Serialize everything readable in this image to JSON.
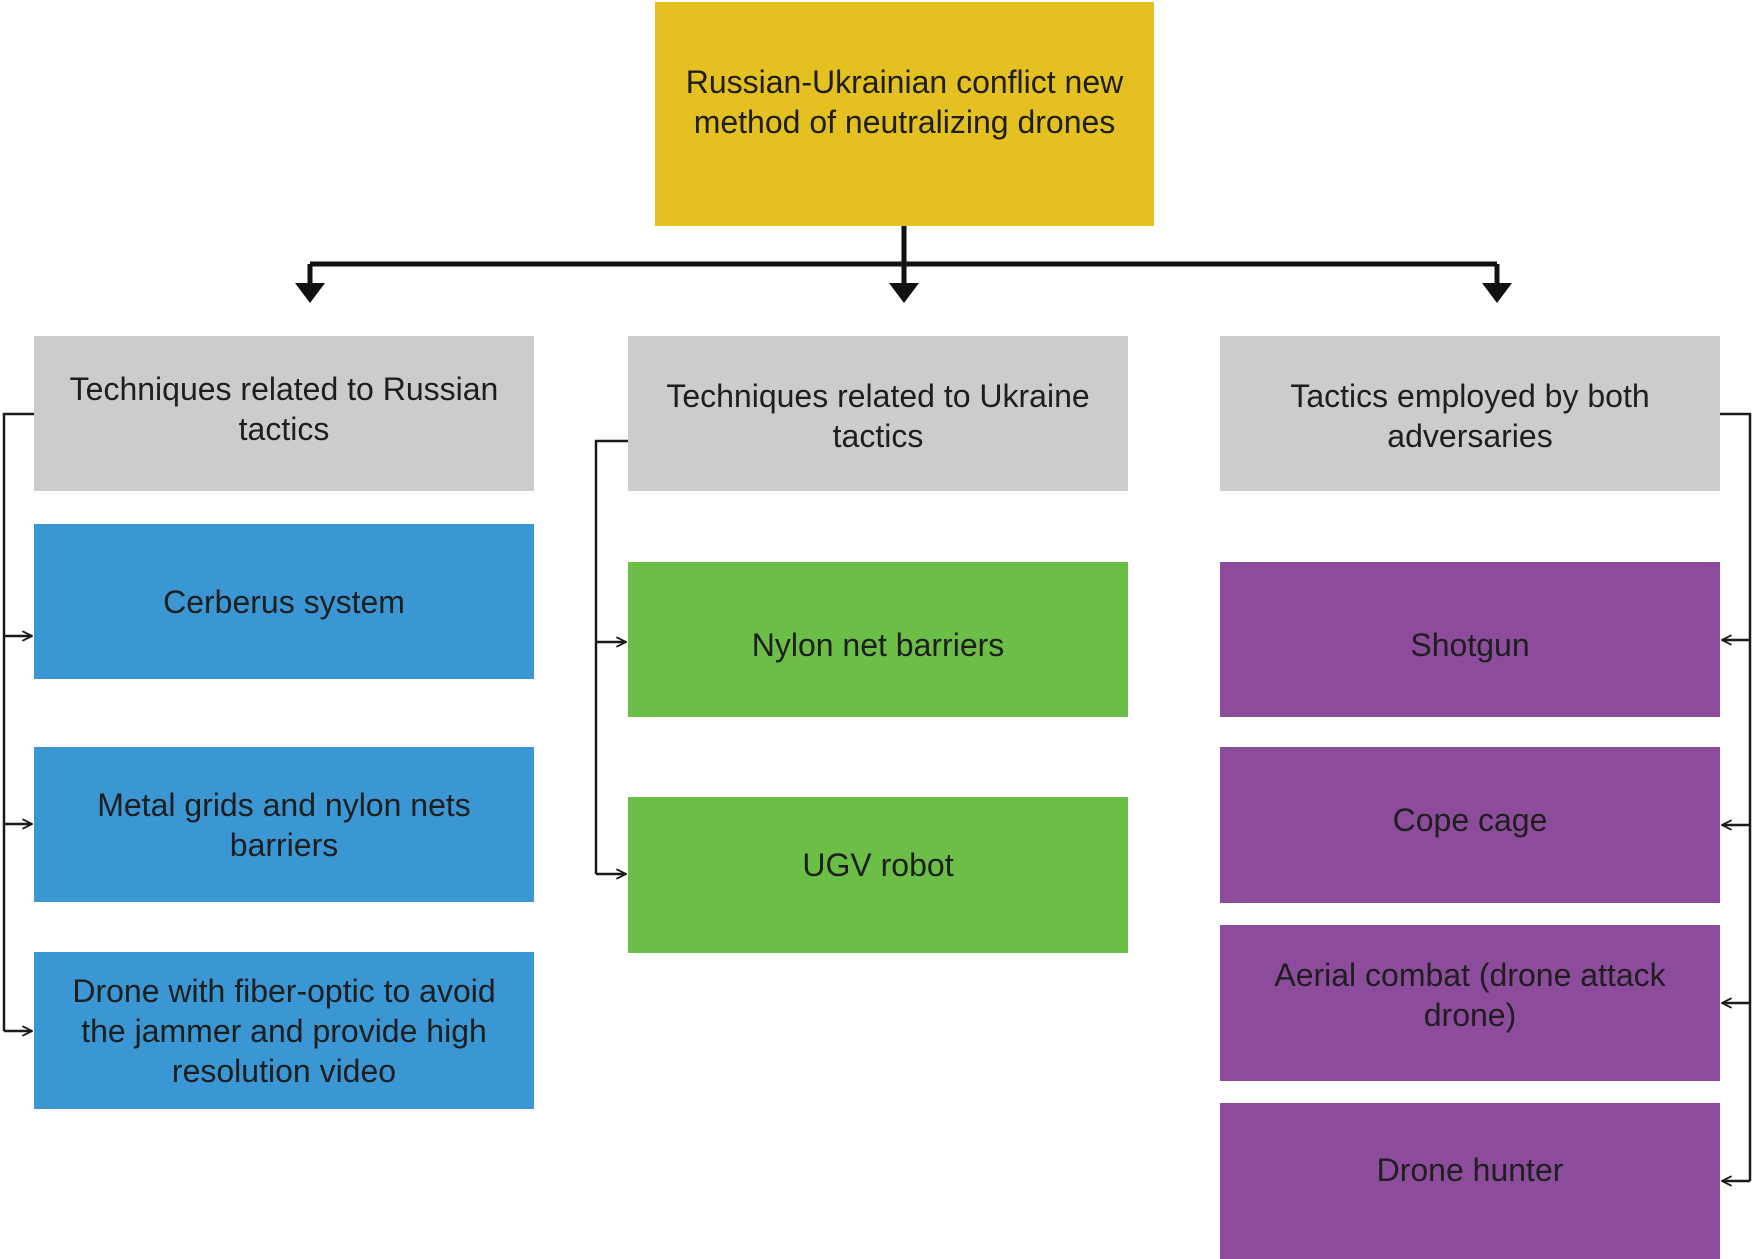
{
  "root": {
    "label": "Russian-Ukrainian conflict new method of neutralizing drones",
    "color": "#E4C021"
  },
  "categories": [
    {
      "label": "Techniques related to Russian tactics",
      "color": "#CCCCCC"
    },
    {
      "label": "Techniques related to Ukraine tactics",
      "color": "#CCCCCC"
    },
    {
      "label": "Tactics employed by both adversaries",
      "color": "#CCCCCC"
    }
  ],
  "russia_items": {
    "color": "#3A97D4",
    "items": [
      "Cerberus system",
      "Metal grids and nylon nets barriers",
      "Drone with fiber-optic to avoid the jammer and provide high resolution video"
    ]
  },
  "ukraine_items": {
    "color": "#6BBE46",
    "items": [
      "Nylon net barriers",
      "UGV robot"
    ]
  },
  "both_items": {
    "color": "#8C4C9B",
    "items": [
      "Shotgun",
      "Cope cage",
      "Aerial combat (drone attack drone)",
      "Drone hunter"
    ]
  }
}
